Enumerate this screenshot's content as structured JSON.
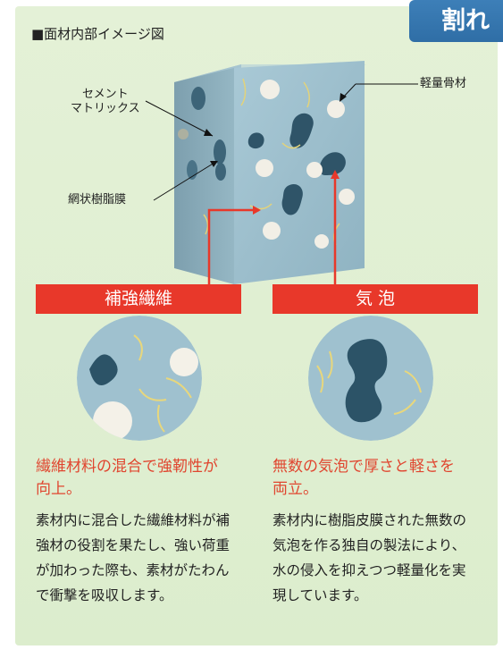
{
  "corner_tab": {
    "label": "割れ"
  },
  "figure_title": "■面材内部イメージ図",
  "callouts": {
    "cement": "セメント\nマトリックス",
    "mesh": "網状樹脂膜",
    "aggregate": "軽量骨材"
  },
  "left": {
    "label": "補強繊維",
    "headline": "繊維材料の混合で強靭性が向上。",
    "body": "素材内に混合した繊維材料が補強材の役割を果たし、強い荷重が加わった際も、素材がたわんで衝撃を吸収します。"
  },
  "right": {
    "label": "気 泡",
    "headline": "無数の気泡で厚さと軽さを両立。",
    "body": "素材内に樹脂皮膜された無数の気泡を作る独自の製法により、水の侵入を抑えつつ軽量化を実現しています。"
  },
  "colors": {
    "panel_bg": "#e4f1d7",
    "accent_red": "#e8382a",
    "headline_red": "#e0452f",
    "tab_blue": "#2f6ea6"
  }
}
